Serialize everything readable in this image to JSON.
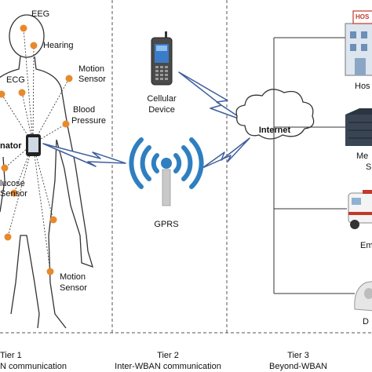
{
  "tier1": {
    "sensors": {
      "eeg": "EEG",
      "hearing": "Hearing",
      "ecg": "ECG",
      "motion_top_1": "Motion",
      "motion_top_2": "Sensor",
      "blood_1": "Blood",
      "blood_2": "Pressure",
      "coordinator": "nator",
      "glucose_1": "lucose",
      "glucose_2": "Sensor",
      "motion_bottom_1": "Motion",
      "motion_bottom_2": "Sensor"
    },
    "caption_line1": "Tier 1",
    "caption_line2": "N communication"
  },
  "tier2": {
    "cellular_1": "Cellular",
    "cellular_2": "Device",
    "gprs": "GPRS",
    "caption_line1": "Tier 2",
    "caption_line2": "Inter-WBAN communication"
  },
  "tier3": {
    "internet": "Internet",
    "hospital_sign": "HOS",
    "hospital_label": "Hos",
    "medical_1": "Me",
    "medical_2": "S",
    "emergency": "Em",
    "doctor": "D",
    "caption_line1": "Tier 3",
    "caption_line2": "Beyond-WBAN"
  },
  "colors": {
    "sensor_dot": "#e8892b",
    "link_blue": "#3f5f9c",
    "gprs_blue": "#2f7fc0",
    "hospital_red": "#c0392b"
  }
}
